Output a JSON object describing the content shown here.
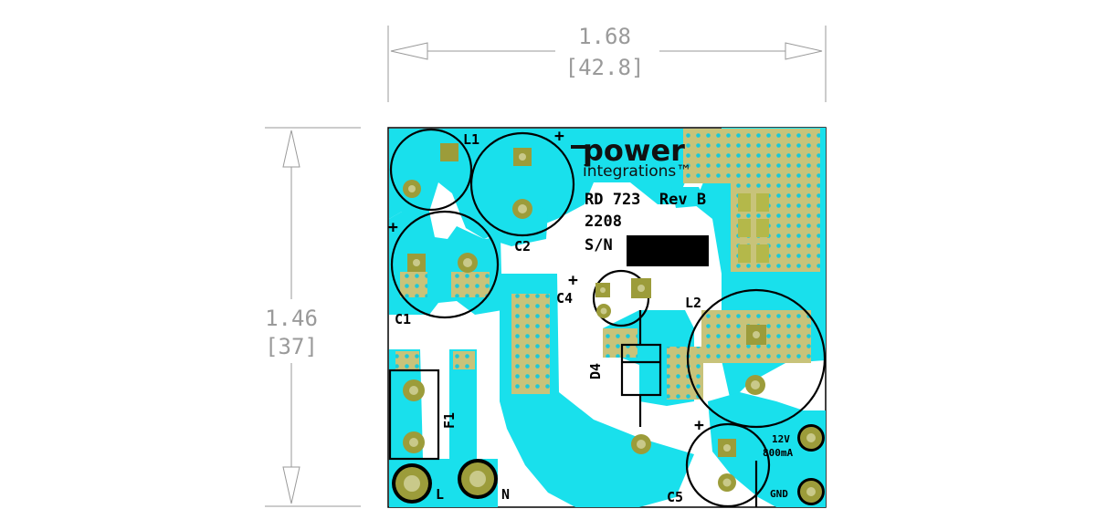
{
  "dimensions": {
    "width_in": "1.68",
    "width_mm": "[42.8]",
    "height_in": "1.46",
    "height_mm": "[37]"
  },
  "board": {
    "brand_line1": "power",
    "brand_line2": "integrations™",
    "title": "RD 723  Rev B",
    "date_code": "2208",
    "serial_label": "S/N",
    "output_label_voltage": "12V",
    "output_label_current": "800mA",
    "gnd_label": "GND"
  },
  "components": {
    "L1": "L1",
    "C1": "C1",
    "C2": "C2",
    "C4": "C4",
    "C5": "C5",
    "L2": "L2",
    "D4": "D4",
    "F1": "F1",
    "L": "L",
    "N": "N",
    "plus": "+"
  },
  "colors": {
    "copper": "#19e0ec",
    "pad": "#9c9c3a",
    "pad_hole": "#c9c98a",
    "silkscreen": "#000000",
    "dimension": "#9a9a9a"
  }
}
